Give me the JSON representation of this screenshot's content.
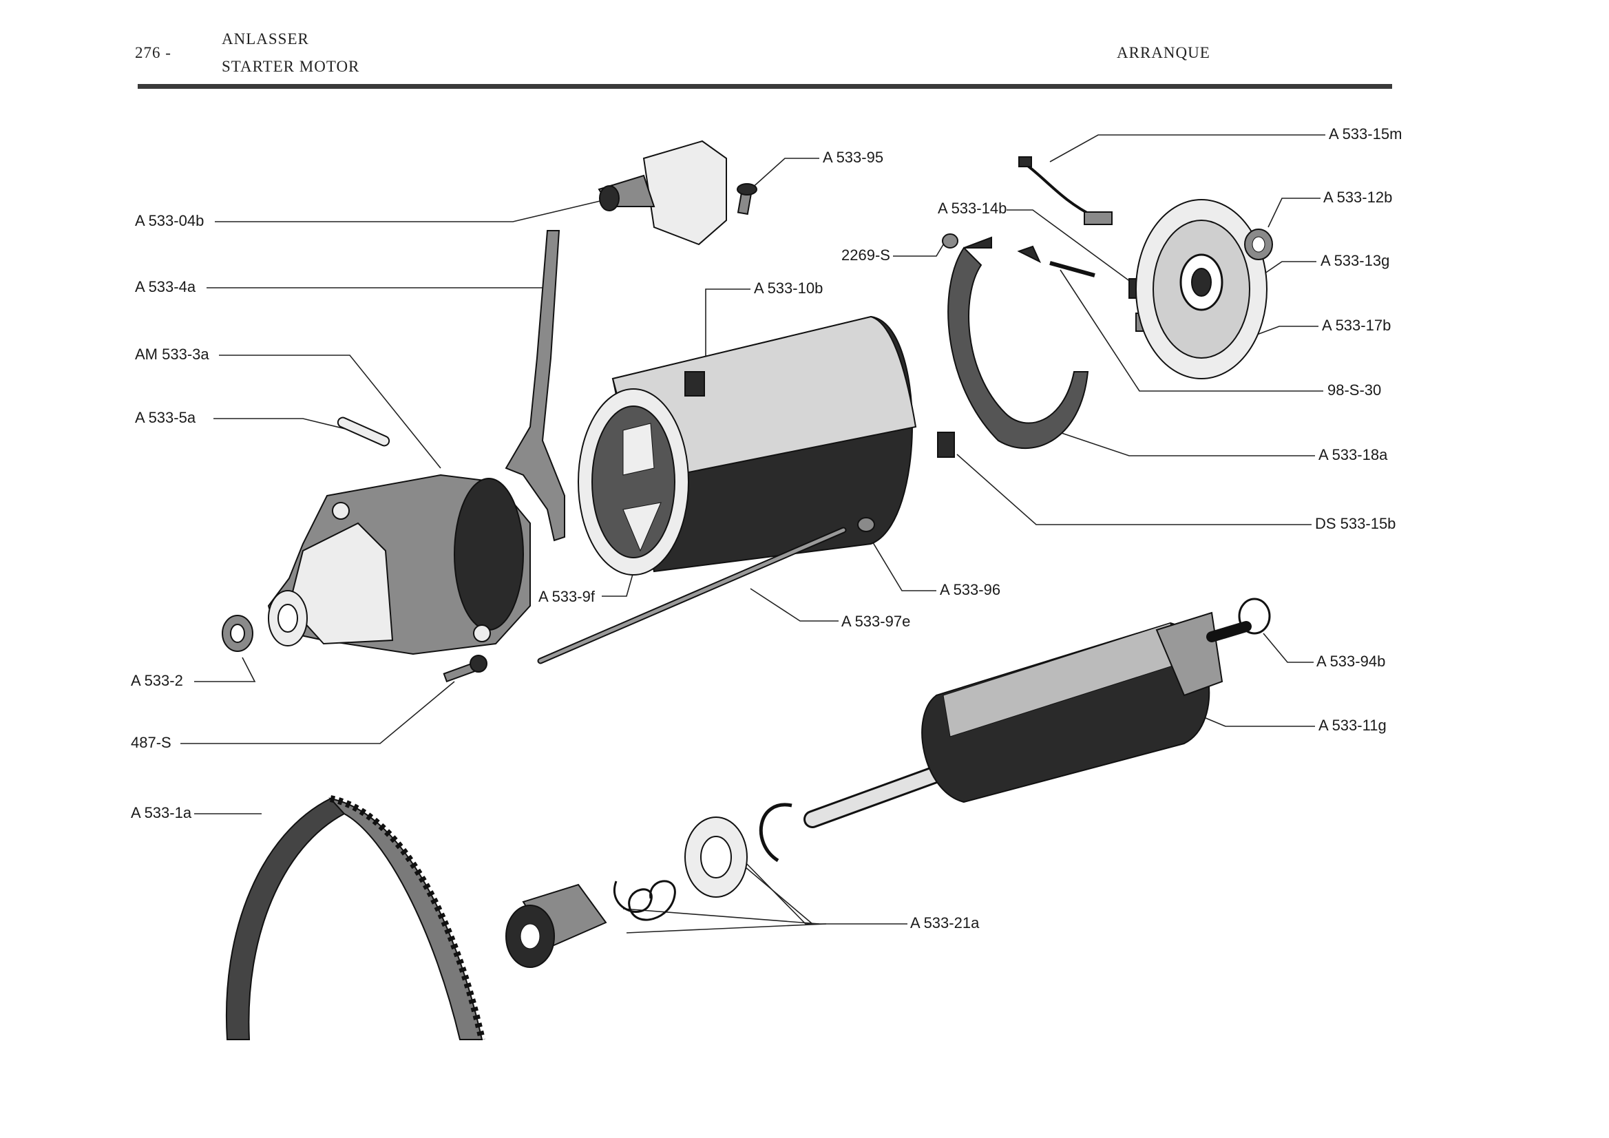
{
  "header": {
    "page_number": "276 -",
    "title_de": "ANLASSER",
    "title_en": "STARTER MOTOR",
    "title_es": "ARRANQUE"
  },
  "part_labels": {
    "a533_04b": "A 533-04b",
    "a533_4a": "A 533-4a",
    "am533_3a": "AM 533-3a",
    "a533_5a": "A 533-5a",
    "a533_2": "A 533-2",
    "s487": "487-S",
    "a533_1a": "A 533-1a",
    "a533_95": "A 533-95",
    "a533_10b": "A 533-10b",
    "a533_9f": "A 533-9f",
    "a533_97e": "A 533-97e",
    "a533_96": "A 533-96",
    "s2269": "2269-S",
    "a533_14b": "A 533-14b",
    "a533_15m": "A 533-15m",
    "a533_12b": "A 533-12b",
    "a533_13g": "A 533-13g",
    "a533_17b": "A 533-17b",
    "s98_30": "98-S-30",
    "a533_18a": "A 533-18a",
    "ds533_15b": "DS 533-15b",
    "a533_94b": "A 533-94b",
    "a533_11g": "A 533-11g",
    "a533_21a": "A 533-21a"
  }
}
